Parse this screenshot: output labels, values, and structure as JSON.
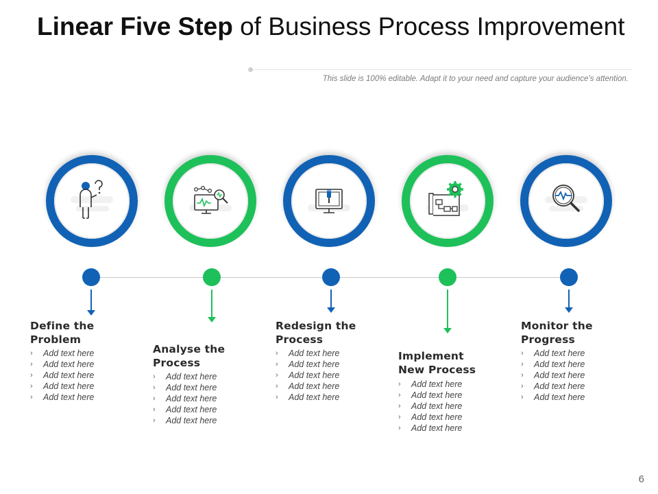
{
  "title": {
    "bold": "Linear Five Step",
    "rest": " of Business Process Improvement"
  },
  "subtitle": "This slide is 100% editable. Adapt it to your need and capture your audience’s attention.",
  "page_number": "6",
  "colors": {
    "blue": "#1162b4",
    "green": "#1ec05a",
    "timeline": "#c8c8c8"
  },
  "steps": [
    {
      "title_line1": "Define the",
      "title_line2": "Problem",
      "color": "blue",
      "icon": "person-question-icon",
      "items": [
        "Add text here",
        "Add text here",
        "Add text here",
        "Add text here",
        "Add text here"
      ]
    },
    {
      "title_line1": "Analyse the",
      "title_line2": "Process",
      "color": "green",
      "icon": "monitor-analysis-icon",
      "items": [
        "Add text here",
        "Add text here",
        "Add text here",
        "Add text here",
        "Add text here"
      ]
    },
    {
      "title_line1": "Redesign the",
      "title_line2": "Process",
      "color": "blue",
      "icon": "monitor-brush-icon",
      "items": [
        "Add text here",
        "Add text here",
        "Add text here",
        "Add text here",
        "Add text here"
      ]
    },
    {
      "title_line1": "Implement",
      "title_line2": "New Process",
      "color": "green",
      "icon": "blueprint-gear-icon",
      "items": [
        "Add text here",
        "Add text here",
        "Add text here",
        "Add text here",
        "Add text here"
      ]
    },
    {
      "title_line1": "Monitor the",
      "title_line2": "Progress",
      "color": "blue",
      "icon": "magnifier-pulse-icon",
      "items": [
        "Add text here",
        "Add text here",
        "Add text here",
        "Add text here",
        "Add text here"
      ]
    }
  ],
  "bullet_glyph": "›"
}
